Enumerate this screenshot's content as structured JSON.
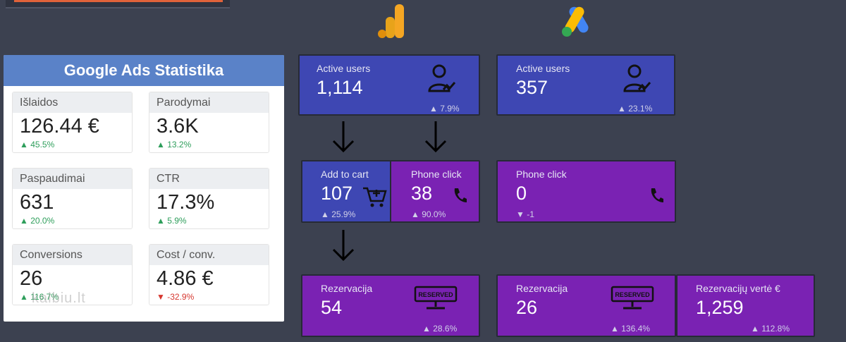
{
  "stats": {
    "title": "Google Ads Statistika",
    "cards": [
      {
        "label": "Išlaidos",
        "value": "126.44 €",
        "change": "45.5%",
        "direction": "up"
      },
      {
        "label": "Parodymai",
        "value": "3.6K",
        "change": "13.2%",
        "direction": "up"
      },
      {
        "label": "Paspaudimai",
        "value": "631",
        "change": "20.0%",
        "direction": "up"
      },
      {
        "label": "CTR",
        "value": "17.3%",
        "change": "5.9%",
        "direction": "up"
      },
      {
        "label": "Conversions",
        "value": "26",
        "change": "116.7%",
        "direction": "up"
      },
      {
        "label": "Cost / conv.",
        "value": "4.86 €",
        "change": "-32.9%",
        "direction": "down"
      }
    ],
    "watermark": "kalbiu.lt"
  },
  "analytics": {
    "logo_icon": "google-analytics-logo",
    "active_users": {
      "label": "Active users",
      "value": "1,114",
      "change": "7.9%"
    },
    "add_to_cart": {
      "label": "Add to cart",
      "value": "107",
      "change": "25.9%"
    },
    "phone_click": {
      "label": "Phone click",
      "value": "38",
      "change": "90.0%"
    },
    "rezervacija": {
      "label": "Rezervacija",
      "value": "54",
      "change": "28.6%"
    }
  },
  "ads": {
    "logo_icon": "google-ads-logo",
    "active_users": {
      "label": "Active users",
      "value": "357",
      "change": "23.1%"
    },
    "phone_click": {
      "label": "Phone click",
      "value": "0",
      "change": "-1"
    },
    "rezervacija": {
      "label": "Rezervacija",
      "value": "26",
      "change": "136.4%"
    },
    "rezervaciju_verte": {
      "label": "Rezervacijų vertė €",
      "value": "1,259",
      "change": "112.8%"
    }
  },
  "icons": {
    "reserved_sign_text": "RESERVED"
  },
  "colors": {
    "blue_card": "#3e47b3",
    "purple_card": "#7a22b3",
    "header_blue": "#5a82c8",
    "up": "#2e9e5b",
    "down": "#d6372f"
  }
}
